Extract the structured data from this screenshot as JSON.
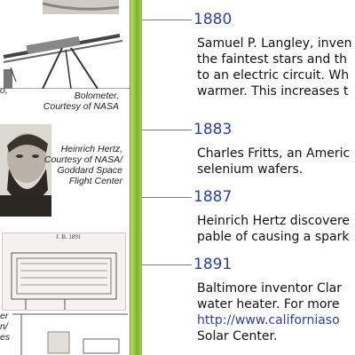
{
  "captions": {
    "bolometer": [
      "Bolometer,",
      "Courtesy of NASA"
    ],
    "hertz": [
      "Heinrich Hertz,",
      "Courtesy of NASA/",
      "Goddard Space",
      "Flight Center"
    ],
    "bottom_fragment": [
      "er",
      "n/",
      "es"
    ],
    "edge_fragment": "o,"
  },
  "patent_text": "J. B. 1891",
  "timeline": [
    {
      "year": "1880",
      "lines": [
        "Samuel P. Langley, inven",
        "the faintest stars and th",
        "to an electric circuit. Wh",
        "warmer. This increases t"
      ]
    },
    {
      "year": "1883",
      "lines": [
        "Charles Fritts, an Americ",
        "selenium wafers."
      ]
    },
    {
      "year": "1887",
      "lines": [
        "Heinrich Hertz discovere",
        "pable of causing a spark"
      ]
    },
    {
      "year": "1891",
      "lines": [
        "Baltimore inventor Clar",
        "water heater. For more"
      ],
      "link": "http://www.californiaso",
      "tail": "Solar Center."
    }
  ]
}
